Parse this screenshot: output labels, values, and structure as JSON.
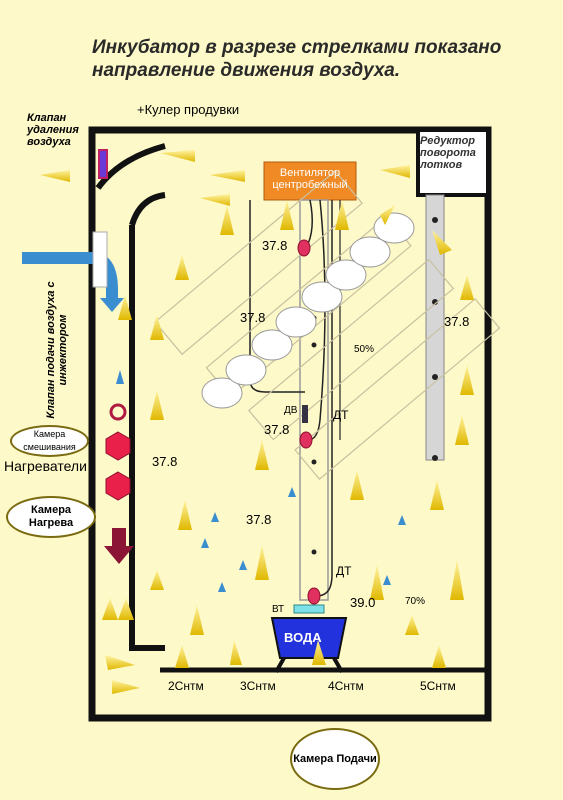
{
  "title_line1": "Инкубатор в разрезе стрелками показано",
  "title_line2": "направление движения воздуха.",
  "labels": {
    "exhaust_valve": "Клапан удаления воздуха",
    "cooler": "+Кулер продувки",
    "fan": "Вентилятор центробежный",
    "tray_reducer": "Редуктор поворота лотков",
    "intake_valve": "Клапан подачи воздуха с инжектором",
    "mixing_chamber": "Камера смешивания",
    "heaters": "Нагреватели",
    "heating_chamber": "Камера Нагрева",
    "supply_chamber": "Камера Подачи",
    "water": "ВОДА",
    "dv": "ДВ",
    "dt1": "ДТ",
    "dt2": "ДТ",
    "vt": "ВТ"
  },
  "temperatures": {
    "t_top": "37.8",
    "t_upper_left": "37.8",
    "t_right": "37.8",
    "t_center": "37.8",
    "t_left": "37.8",
    "t_lower": "37.8",
    "t_water": "39.0"
  },
  "humidity": {
    "h_upper": "50%",
    "h_lower": "70%"
  },
  "heights": {
    "h1": "2Снтм",
    "h2": "3Снтм",
    "h3": "4Снтм",
    "h4": "5Снтм"
  },
  "colors": {
    "background": "#fdf9c8",
    "arrow": "#e8c400",
    "fan_box": "#f08a24",
    "water_tank": "#2233dd",
    "sensor": "#e03060",
    "heater": "#e8204a",
    "duct_arrow": "#3390d0",
    "down_arrow": "#8b1535"
  }
}
